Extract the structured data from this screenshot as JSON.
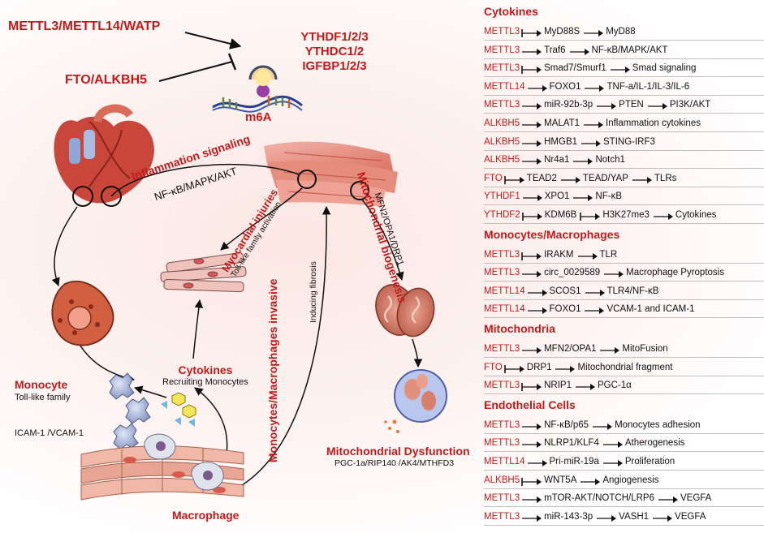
{
  "colors": {
    "accent": "#c21a1a",
    "text": "#111111",
    "divider": "#bfbfbf"
  },
  "top": {
    "writers": "METTL3/METTL14/WATP",
    "erasers": "FTO/ALKBH5",
    "readers": [
      "YTHDF1/2/3",
      "YTHDC1/2",
      "IGFBP1/2/3"
    ],
    "m6a": "m6A"
  },
  "center": {
    "inflammation_title": "Inflammation signaling",
    "inflammation_sub": "NF-κB/MAPK/AKT",
    "myocardial_title": "Myocardial injuries",
    "myocardial_sub": "Toll-like family activation",
    "mito_bio_title": "Mitochondrial biogenesis",
    "mito_bio_sub": "MFN2/OPA1/DRP1",
    "mono_inv_title": "Monocytes/Macrophages invasive",
    "mono_inv_sub": "Inducing fibrosis",
    "cytokines_title": "Cytokines",
    "cytokines_sub": "Recruiting Monocytes",
    "monocyte_title": "Monocyte",
    "monocyte_sub": "Toll-like family",
    "icam": "ICAM-1 /VCAM-1",
    "macrophage": "Macrophage",
    "mito_dys_title": "Mitochondrial Dysfunction",
    "mito_dys_sub": "PGC-1a/RIP140 /AK4/MTHFD3"
  },
  "sections": [
    {
      "title": "Cytokines",
      "rows": [
        {
          "enzyme": "METTL3",
          "steps": [
            {
              "arrow": "inhibit",
              "text": "MyD88S"
            },
            {
              "arrow": "activate",
              "text": "MyD88"
            }
          ]
        },
        {
          "enzyme": "METTL3",
          "steps": [
            {
              "arrow": "activate",
              "text": "Traf6"
            },
            {
              "arrow": "activate",
              "text": "NF-κB/MAPK/AKT"
            }
          ]
        },
        {
          "enzyme": "METTL3",
          "steps": [
            {
              "arrow": "inhibit",
              "text": "Smad7/Smurf1"
            },
            {
              "arrow": "activate",
              "text": "Smad signaling"
            }
          ]
        },
        {
          "enzyme": "METTL14",
          "steps": [
            {
              "arrow": "activate",
              "text": "FOXO1"
            },
            {
              "arrow": "activate",
              "text": "TNF-a/IL-1/IL-3/IL-6"
            }
          ]
        },
        {
          "enzyme": "METTL3",
          "steps": [
            {
              "arrow": "activate",
              "text": "miR-92b-3p"
            },
            {
              "arrow": "activate",
              "text": "PTEN"
            },
            {
              "arrow": "activate",
              "text": "PI3K/AKT"
            }
          ]
        },
        {
          "enzyme": "ALKBH5",
          "steps": [
            {
              "arrow": "activate",
              "text": "MALAT1"
            },
            {
              "arrow": "activate",
              "text": "Inflammation cytokines"
            }
          ]
        },
        {
          "enzyme": "ALKBH5",
          "steps": [
            {
              "arrow": "activate",
              "text": "HMGB1"
            },
            {
              "arrow": "activate",
              "text": "STING-IRF3"
            }
          ]
        },
        {
          "enzyme": "ALKBH5",
          "steps": [
            {
              "arrow": "activate",
              "text": "Nr4a1"
            },
            {
              "arrow": "activate",
              "text": "Notch1"
            }
          ]
        },
        {
          "enzyme": "FTO",
          "steps": [
            {
              "arrow": "inhibit",
              "text": "TEAD2"
            },
            {
              "arrow": "activate",
              "text": "TEAD/YAP"
            },
            {
              "arrow": "activate",
              "text": "TLRs"
            }
          ]
        },
        {
          "enzyme": "YTHDF1",
          "steps": [
            {
              "arrow": "activate",
              "text": "XPO1"
            },
            {
              "arrow": "activate",
              "text": "NF-κB"
            }
          ]
        },
        {
          "enzyme": "YTHDF2",
          "steps": [
            {
              "arrow": "inhibit",
              "text": "KDM6B"
            },
            {
              "arrow": "inhibit",
              "text": "H3K27me3"
            },
            {
              "arrow": "activate",
              "text": "Cytokines"
            }
          ]
        }
      ]
    },
    {
      "title": "Monocytes/Macrophages",
      "rows": [
        {
          "enzyme": "METTL3",
          "steps": [
            {
              "arrow": "inhibit",
              "text": "IRAKM"
            },
            {
              "arrow": "activate",
              "text": "TLR"
            }
          ]
        },
        {
          "enzyme": "METTL3",
          "steps": [
            {
              "arrow": "activate",
              "text": "circ_0029589"
            },
            {
              "arrow": "activate",
              "text": "Macrophage Pyroptosis"
            }
          ]
        },
        {
          "enzyme": "METTL14",
          "steps": [
            {
              "arrow": "activate",
              "text": "SCOS1"
            },
            {
              "arrow": "activate",
              "text": "TLR4/NF-κB"
            }
          ]
        },
        {
          "enzyme": "METTL14",
          "steps": [
            {
              "arrow": "activate",
              "text": "FOXO1"
            },
            {
              "arrow": "activate",
              "text": "VCAM-1 and ICAM-1"
            }
          ]
        }
      ]
    },
    {
      "title": "Mitochondria",
      "rows": [
        {
          "enzyme": "METTL3",
          "steps": [
            {
              "arrow": "activate",
              "text": "MFN2/OPA1"
            },
            {
              "arrow": "activate",
              "text": "MitoFusion"
            }
          ]
        },
        {
          "enzyme": "FTO",
          "steps": [
            {
              "arrow": "inhibit",
              "text": "DRP1"
            },
            {
              "arrow": "activate",
              "text": "Mitochondrial fragment"
            }
          ]
        },
        {
          "enzyme": "METTL3",
          "steps": [
            {
              "arrow": "inhibit",
              "text": "NRIP1"
            },
            {
              "arrow": "activate",
              "text": "PGC-1α"
            }
          ]
        }
      ]
    },
    {
      "title": "Endothelial Cells",
      "rows": [
        {
          "enzyme": "METTL3",
          "steps": [
            {
              "arrow": "activate",
              "text": "NF-κB/p65"
            },
            {
              "arrow": "activate",
              "text": "Monocytes adhesion"
            }
          ]
        },
        {
          "enzyme": "METTL3",
          "steps": [
            {
              "arrow": "activate",
              "text": "NLRP1/KLF4"
            },
            {
              "arrow": "activate",
              "text": "Atherogenesis"
            }
          ]
        },
        {
          "enzyme": "METTL14",
          "steps": [
            {
              "arrow": "activate",
              "text": "Pri-miR-19a"
            },
            {
              "arrow": "activate",
              "text": "Proliferation"
            }
          ]
        },
        {
          "enzyme": "ALKBH5",
          "steps": [
            {
              "arrow": "inhibit",
              "text": "WNT5A"
            },
            {
              "arrow": "activate",
              "text": "Angiogenesis"
            }
          ]
        },
        {
          "enzyme": "METTL3",
          "steps": [
            {
              "arrow": "activate",
              "text": "mTOR-AKT/NOTCH/LRP6"
            },
            {
              "arrow": "activate",
              "text": "VEGFA"
            }
          ]
        },
        {
          "enzyme": "METTL3",
          "steps": [
            {
              "arrow": "activate",
              "text": "miR-143-3p"
            },
            {
              "arrow": "activate",
              "text": "VASH1"
            },
            {
              "arrow": "activate",
              "text": "VEGFA"
            }
          ]
        }
      ]
    }
  ]
}
